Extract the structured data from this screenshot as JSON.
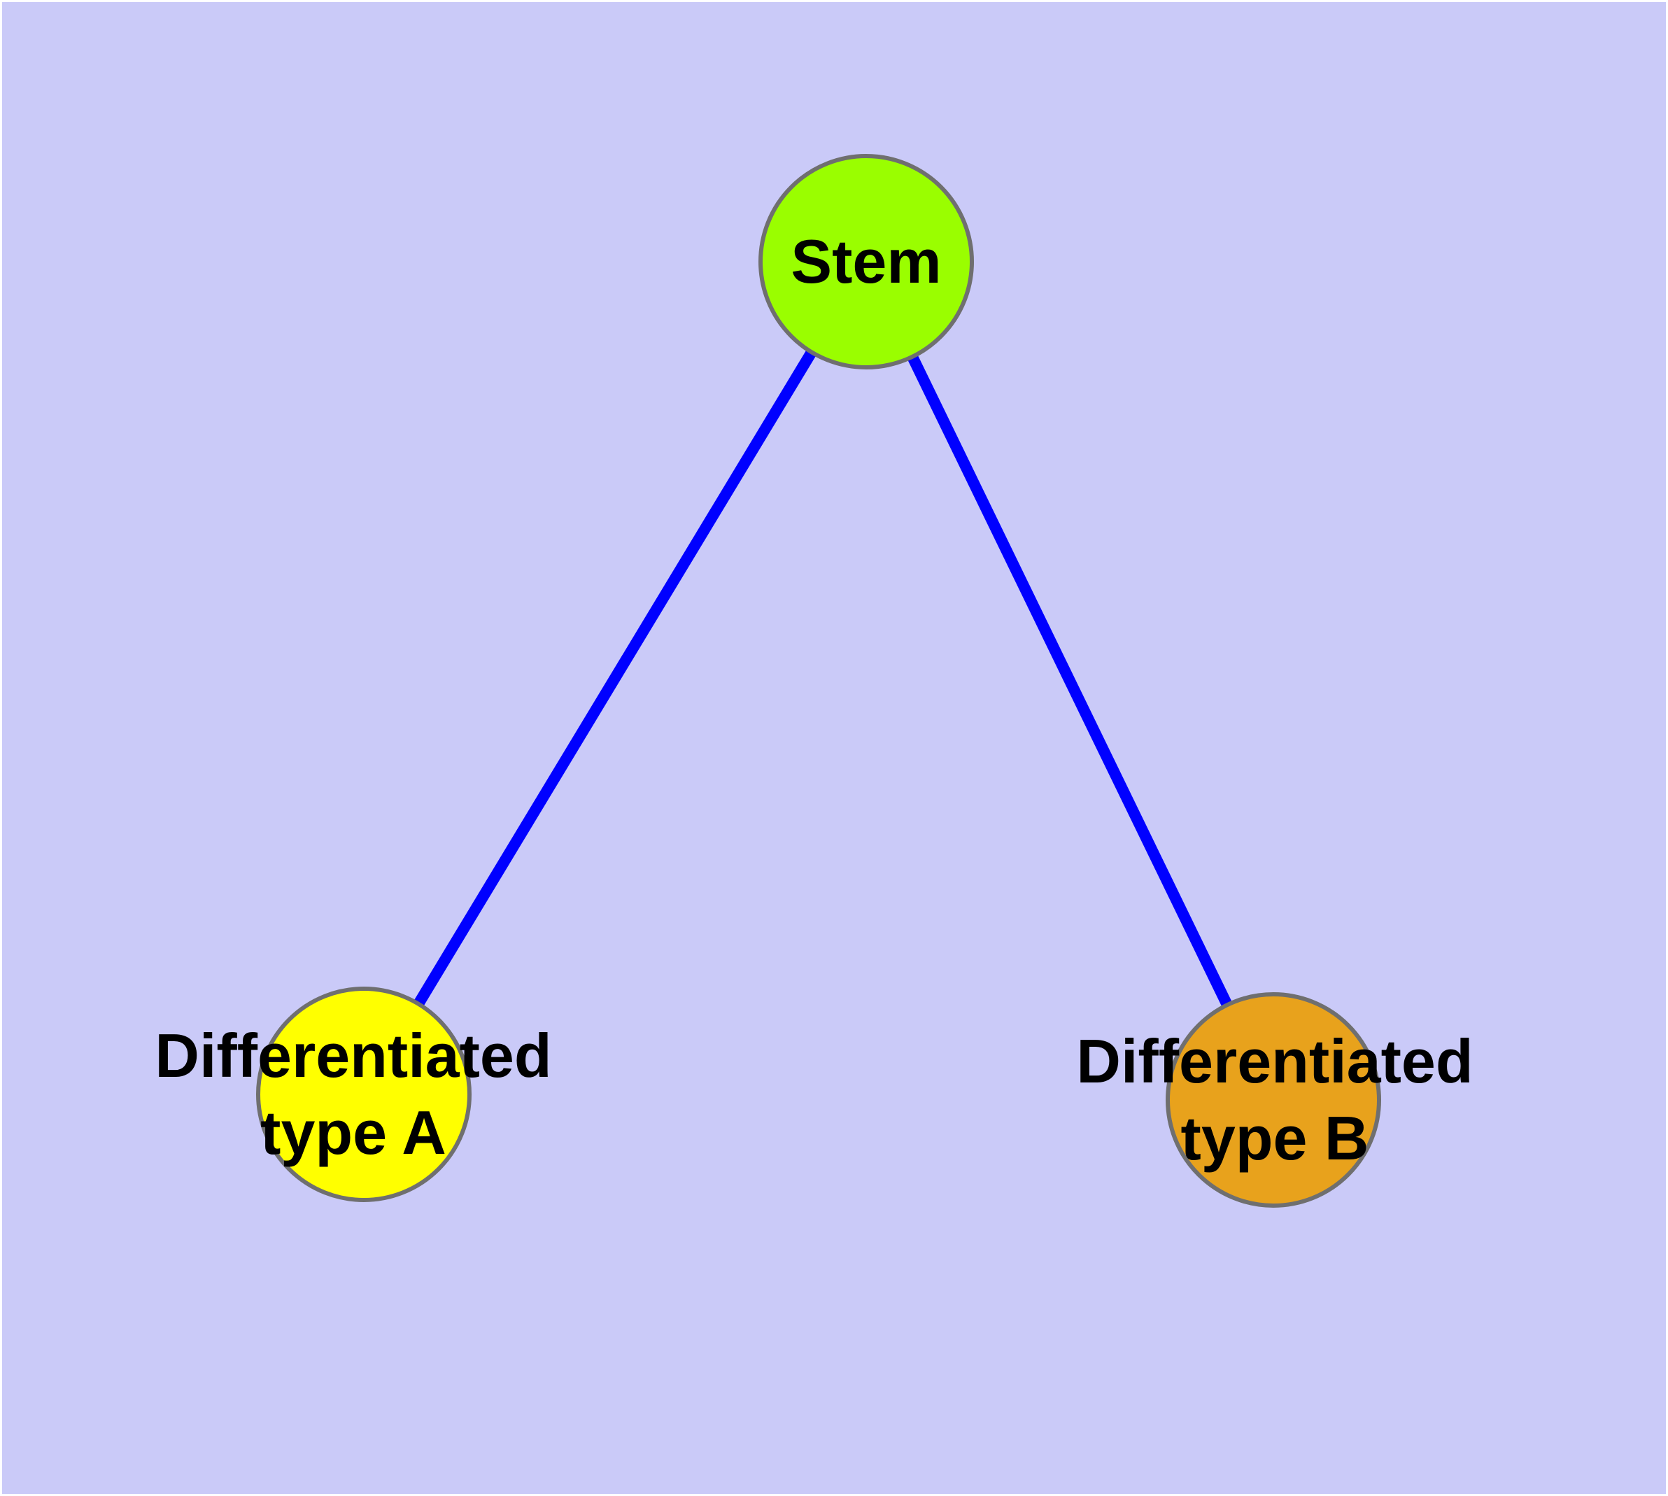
{
  "colors": {
    "background": "#cacaf8",
    "frame": "#ffffff",
    "node_border": "#6f6f6f",
    "label_text": "#000000",
    "edge": "#0000ff"
  },
  "nodes": [
    {
      "id": "stem",
      "label": "Stem",
      "fill": "#9afe00"
    },
    {
      "id": "differentiated-type-a",
      "label_line1": "Differentiated",
      "label_line2": "type A",
      "fill": "#ffff00"
    },
    {
      "id": "differentiated-type-b",
      "label_line1": "Differentiated",
      "label_line2": "type B",
      "fill": "#e8a21c"
    }
  ],
  "edges": [
    {
      "from": "stem",
      "to": "differentiated-type-a",
      "color": "#0000ff"
    },
    {
      "from": "stem",
      "to": "differentiated-type-b",
      "color": "#0000ff"
    }
  ]
}
